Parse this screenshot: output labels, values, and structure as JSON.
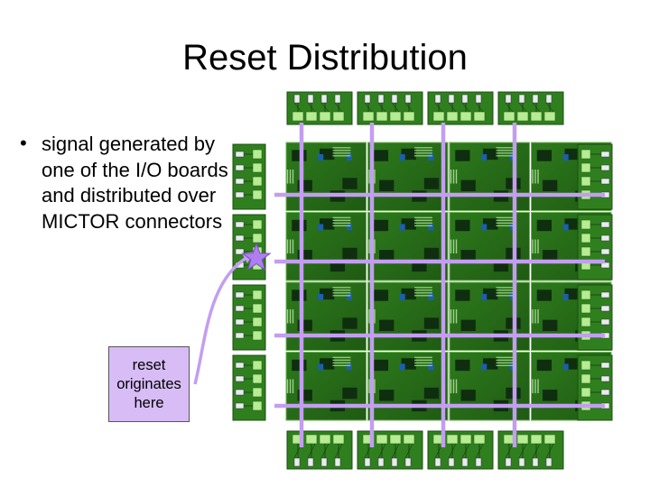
{
  "slide": {
    "title": "Reset Distribution",
    "bullet": "signal generated by one of the I/O boards and distributed over MICTOR connectors",
    "callout": "reset originates here"
  },
  "colors": {
    "board_green": "#2f7f1f",
    "chip_dark": "#0f2e0f",
    "connector_light": "#b7ec93",
    "signal_purple": "#c39ef0",
    "star": "#b07ef0",
    "callout_fill": "#d8bcf5"
  },
  "diagram": {
    "grid_rows": 4,
    "grid_cols": 4,
    "io_boards_per_side": 4,
    "signal_lines": {
      "vertical": 4,
      "horizontal": 4
    },
    "origin_marker": "star-icon"
  }
}
